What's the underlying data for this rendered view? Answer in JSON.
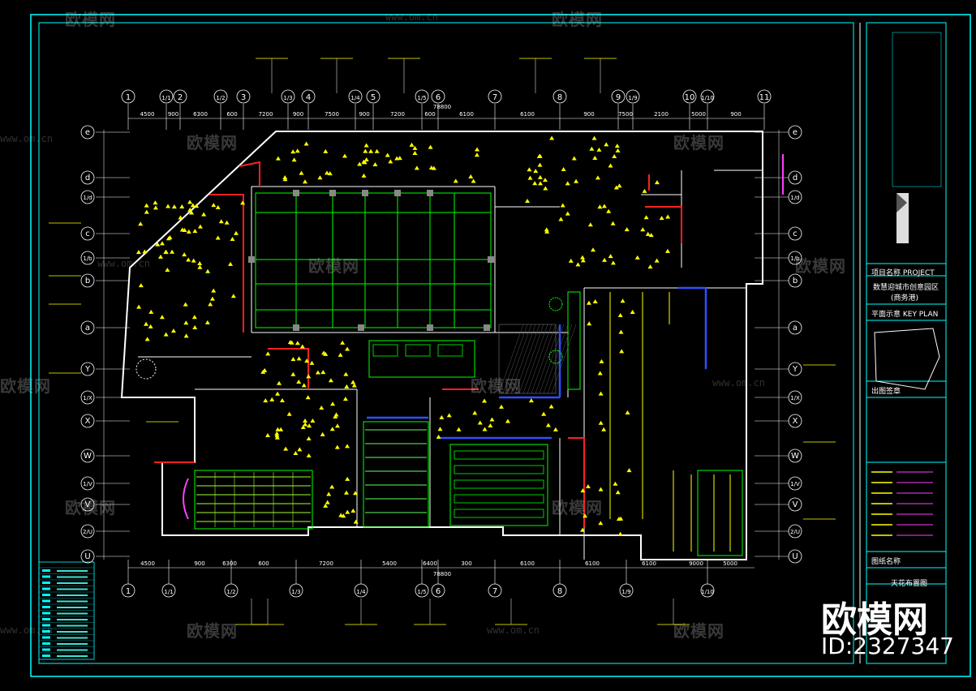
{
  "drawing": {
    "grid_top": [
      "1",
      "1/1",
      "2",
      "1/2",
      "3",
      "1/3",
      "4",
      "1/4",
      "5",
      "1/5",
      "6",
      "7",
      "8",
      "9",
      "1/9",
      "10",
      "1/10",
      "11"
    ],
    "grid_bottom": [
      "1",
      "1/1",
      "1/2",
      "1/3",
      "1/4",
      "1/5",
      "6",
      "7",
      "8",
      "1/9",
      "1/10"
    ],
    "grid_left": [
      "e",
      "d",
      "1/d",
      "c",
      "1/b",
      "b",
      "a",
      "Y",
      "1/X",
      "X",
      "W",
      "1/V",
      "V",
      "2/U",
      "U"
    ],
    "grid_right": [
      "e",
      "d",
      "1/d",
      "c",
      "1/b",
      "b",
      "a",
      "Y",
      "1/X",
      "X",
      "W",
      "1/V",
      "V",
      "2/U",
      "U"
    ],
    "dims_top": [
      "4500",
      "900",
      "6300",
      "600",
      "7200",
      "900",
      "7500",
      "900",
      "7200",
      "600",
      "6100",
      "6100",
      "900",
      "7500",
      "2100",
      "5000",
      "900"
    ],
    "dims_top_total": "78800",
    "dims_bottom": [
      "4500",
      "900",
      "6300",
      "600",
      "7200",
      "5400",
      "6400",
      "300",
      "6100",
      "6100",
      "6100",
      "9000",
      "5000"
    ],
    "dims_bottom_total": "78800"
  },
  "title_block": {
    "project_label": "项目名称   PROJECT",
    "project_name": "数慧迎城市创意园区",
    "project_sub": "(商务港)",
    "key_plan_label": "平面示意    KEY PLAN",
    "stamp_label": "出图签章",
    "drawing_name_label": "图纸名称",
    "drawing_name": "天花布置图"
  },
  "watermarks": {
    "site_cn": "欧模网",
    "site_url": "www.om.cn",
    "brand": "欧模网",
    "id": "ID:2327347"
  },
  "colors": {
    "frame": "#00ffff",
    "wall": "#ffffff",
    "ceiling": "#00ff00",
    "accent_red": "#ff2020",
    "light": "#ffff00",
    "blue": "#3050ff",
    "magenta": "#ff40ff"
  }
}
